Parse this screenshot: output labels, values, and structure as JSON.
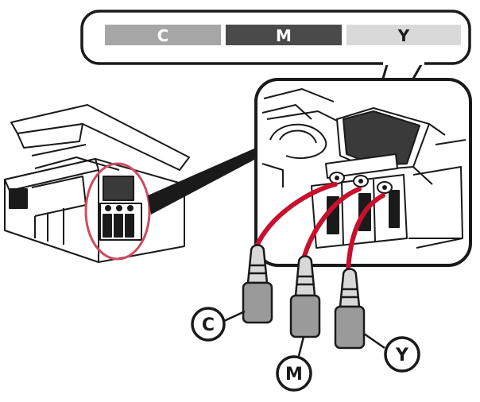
{
  "header_labels": {
    "c": "C",
    "m": "M",
    "y": "Y"
  },
  "bottle_labels": {
    "c": "C",
    "m": "M",
    "y": "Y"
  },
  "colors": {
    "outline": "#1a1a1a",
    "ink_tube": "#c8102e",
    "ring": "#d04a60",
    "bar_c": "#a6a6a6",
    "bar_m": "#4a4a4a",
    "bar_y": "#d9d9d9",
    "bottle_body": "#9a9a9a",
    "bottle_cap": "#d8d8d8"
  },
  "icons": [
    "printer-illustration",
    "ink-tank-closeup",
    "ink-bottle"
  ]
}
